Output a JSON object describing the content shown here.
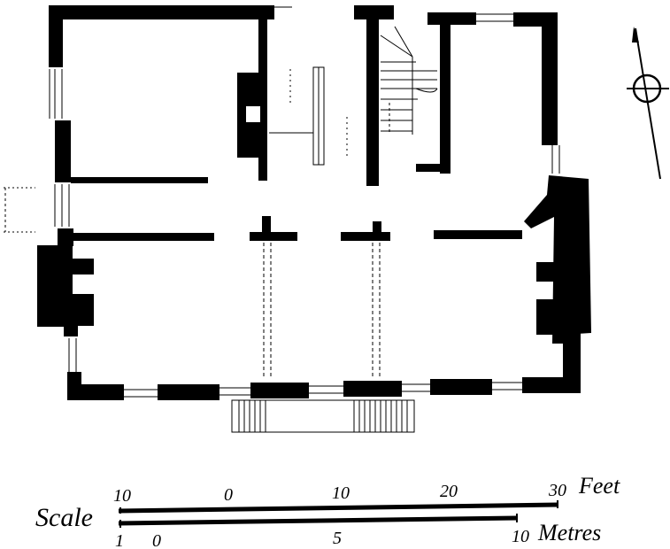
{
  "scale": {
    "label": "Scale",
    "feet": {
      "unit": "Feet",
      "ticks": [
        "10",
        "0",
        "10",
        "20",
        "30"
      ]
    },
    "metres": {
      "unit": "Metres",
      "ticks": [
        "1",
        "0",
        "5",
        "10"
      ]
    }
  },
  "icons": {
    "north_arrow": "north-arrow-icon"
  },
  "colors": {
    "ink": "#000000",
    "paper": "#ffffff"
  }
}
